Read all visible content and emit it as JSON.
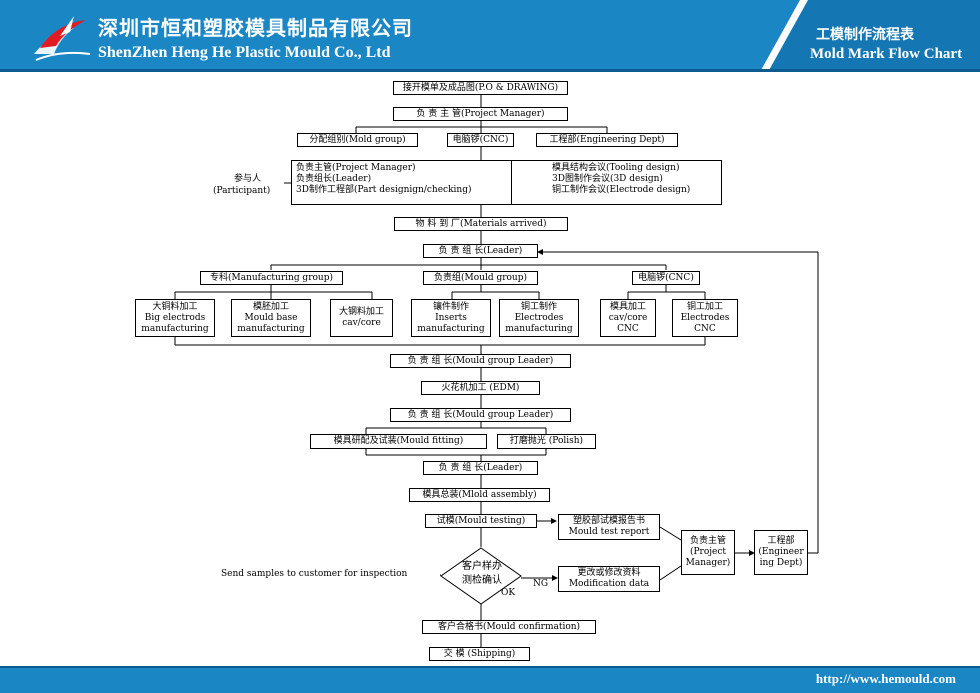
{
  "header": {
    "company_cn": "深圳市恒和塑胶模具制品有限公司",
    "company_en": "ShenZhen Heng He Plastic Mould Co., Ltd",
    "doc_title_cn": "工模制作流程表",
    "doc_title_en": "Mold Mark Flow Chart",
    "logo_icon": "swoosh-logo",
    "brand_color": "#1a86c4"
  },
  "footer": {
    "url": "http://www.hemould.com"
  },
  "flow": {
    "start": "接开模单及成品图(P.O & DRAWING)",
    "project_manager": "负 责 主 管(Project Manager)",
    "mold_group": "分配组别(Mold group)",
    "cnc": "电脑锣(CNC)",
    "engineering_dept": "工程部(Engineering Dept)",
    "participant_cn": "参与人",
    "participant_en": "(Participant)",
    "participants_left": [
      "负责主管(Project Manager)",
      "负责组长(Leader)",
      "3D制作工程部(Part designign/checking)"
    ],
    "participants_right": [
      "模具结构会议(Tooling design)",
      "3D图制作会议(3D design)",
      "铜工制作会议(Electrode design)"
    ],
    "materials": "物 料 到 厂(Materials arrived)",
    "leader_1": "负 责 组 长(Leader)",
    "manufacturing_group": "专科(Manufacturing group)",
    "mould_group": "负责组(Mould group)",
    "cnc_group": "电脑锣(CNC)",
    "tasks": [
      [
        "大铜料加工",
        "Big electrods",
        "manufacturing"
      ],
      [
        "模胚加工",
        "Mould base",
        "manufacturing"
      ],
      [
        "大钢料加工",
        "cav/core"
      ],
      [
        "镶件制作",
        "Inserts",
        "manufacturing"
      ],
      [
        "铜工制作",
        "Electrodes",
        "manufacturing"
      ],
      [
        "模具加工",
        "cav/core",
        "CNC"
      ],
      [
        "铜工加工",
        "Electrodes",
        "CNC"
      ]
    ],
    "group_leader_1": "负 责 组 长(Mould group Leader)",
    "edm": "火花机加工 (EDM)",
    "group_leader_2": "负 责 组 长(Mould group Leader)",
    "fitting": "模具研配及试装(Mould fitting)",
    "polish": "打磨抛光 (Polish)",
    "leader_2": "负 责 组 长(Leader)",
    "assembly": "模具总装(Mlold assembly)",
    "testing": "试模(Mould testing)",
    "test_report": [
      "塑胶部试模报告书",
      "Mould test report"
    ],
    "pm_right": [
      "负责主管",
      "(Project",
      "Manager)"
    ],
    "eng_right": [
      "工程部",
      "(Engineer",
      "ing Dept)"
    ],
    "send_samples": "Send samples to customer for inspection",
    "decision": [
      "客户样办",
      "测检确认"
    ],
    "ng": "NG",
    "ok": "OK",
    "modification": [
      "更改或修改资料",
      "Modification data"
    ],
    "confirmation": "客户合格书(Mould confirmation)",
    "shipping": "交  模 (Shipping)"
  }
}
